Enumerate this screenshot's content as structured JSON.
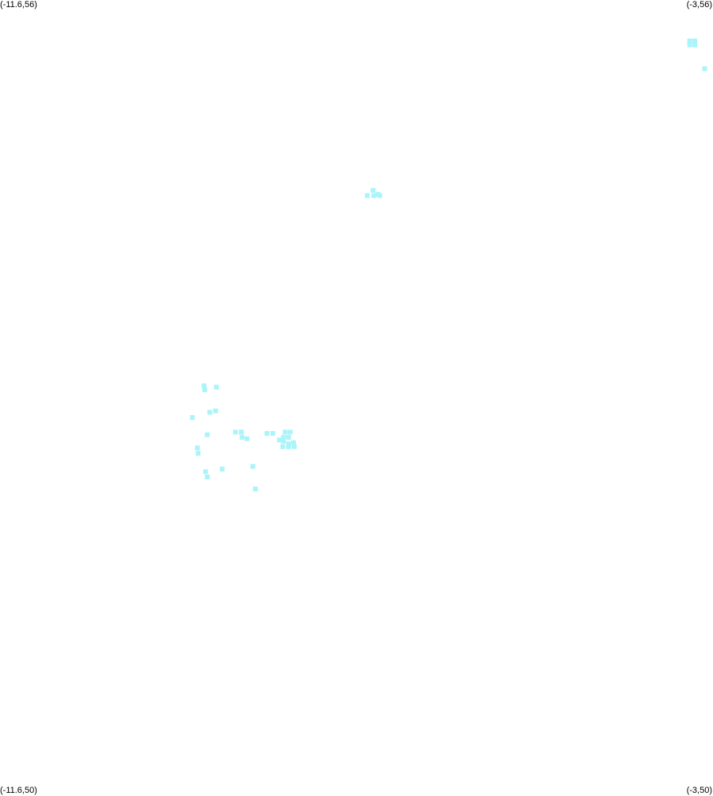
{
  "corners": {
    "top_left": "(-11.6,56)",
    "top_right": "(-3,56)",
    "bottom_left": "(-11.6,50)",
    "bottom_right": "(-3,50)"
  },
  "chart_data": {
    "type": "scatter",
    "xlim": [
      -11.6,
      -3
    ],
    "ylim": [
      50,
      56
    ],
    "grid": false,
    "marker": "square",
    "point_color": "#aaf4fa",
    "series": [
      {
        "points": [
          [
            -3.28,
            55.69
          ],
          [
            -3.22,
            55.69
          ],
          [
            -3.28,
            55.66
          ],
          [
            -3.22,
            55.66
          ],
          [
            -3.1,
            55.48
          ],
          [
            -7.1,
            54.56
          ],
          [
            -7.04,
            54.53
          ],
          [
            -7.17,
            54.52
          ],
          [
            -7.09,
            54.52
          ],
          [
            -7.02,
            54.52
          ],
          [
            -9.14,
            53.08
          ],
          [
            -9.13,
            53.05
          ],
          [
            -8.99,
            53.07
          ],
          [
            -9.28,
            52.84
          ],
          [
            -9.07,
            52.88
          ],
          [
            -9.0,
            52.89
          ],
          [
            -9.1,
            52.71
          ],
          [
            -8.76,
            52.73
          ],
          [
            -8.69,
            52.73
          ],
          [
            -8.68,
            52.69
          ],
          [
            -8.62,
            52.68
          ],
          [
            -8.38,
            52.72
          ],
          [
            -8.31,
            52.72
          ],
          [
            -8.23,
            52.67
          ],
          [
            -8.16,
            52.73
          ],
          [
            -8.1,
            52.73
          ],
          [
            -8.18,
            52.69
          ],
          [
            -8.12,
            52.69
          ],
          [
            -8.18,
            52.66
          ],
          [
            -8.12,
            52.64
          ],
          [
            -8.06,
            52.65
          ],
          [
            -8.19,
            52.62
          ],
          [
            -8.12,
            52.62
          ],
          [
            -8.05,
            52.62
          ],
          [
            -9.22,
            52.61
          ],
          [
            -9.21,
            52.57
          ],
          [
            -8.92,
            52.45
          ],
          [
            -8.55,
            52.47
          ],
          [
            -9.12,
            52.43
          ],
          [
            -9.1,
            52.39
          ],
          [
            -8.52,
            52.3
          ]
        ]
      }
    ]
  }
}
